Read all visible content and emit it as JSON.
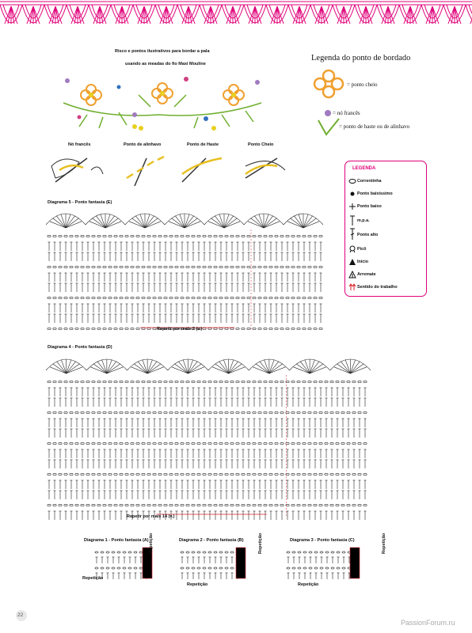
{
  "intro": {
    "line1": "Risco e pontos ilustrativos para bordar a pala",
    "line2": "usando as meadas do fio Maxi Mouline"
  },
  "embroidery_legend": {
    "title": "Legenda do ponto de bordado",
    "ponto_cheio": "= ponto cheio",
    "no_frances": "= nó francês",
    "ponto_haste": "= ponto de haste ou de alinhavo"
  },
  "stitches": [
    {
      "label": "Nó francês"
    },
    {
      "label": "Ponto de alinhavo"
    },
    {
      "label": "Ponto de Haste"
    },
    {
      "label": "Ponto Cheio"
    }
  ],
  "legenda": {
    "title": "LEGENDA",
    "items": [
      {
        "label": "Correntinha",
        "icon": "oval-chain-icon"
      },
      {
        "label": "Ponto baixíssimo",
        "icon": "dot-slip-stitch-icon"
      },
      {
        "label": "Ponto baixo",
        "icon": "plus-single-crochet-icon"
      },
      {
        "label": "m.p.a.",
        "icon": "half-double-crochet-icon"
      },
      {
        "label": "Ponto alto",
        "icon": "double-crochet-icon"
      },
      {
        "label": "Picô",
        "icon": "picot-icon"
      },
      {
        "label": "Início",
        "icon": "start-triangle-icon"
      },
      {
        "label": "Arremate",
        "icon": "finish-triangle-icon"
      },
      {
        "label": "Sentido do trabalho",
        "icon": "direction-arrows-icon"
      }
    ]
  },
  "diagrams": {
    "d5": {
      "title": "Diagrama 5 - Ponto fantasia (E)",
      "repeat": "Repetir por mais 2 (v.)"
    },
    "d4": {
      "title": "Diagrama 4 - Ponto fantasia (D)",
      "repeat": "Repetir por mais 14 (v.)"
    },
    "d1": {
      "title": "Diagrama 1 - Ponto fantasia (A)"
    },
    "d2": {
      "title": "Diagrama 2 - Ponto fantasia (B)"
    },
    "d3": {
      "title": "Diagrama 3 - Ponto fantasia (C)"
    },
    "repeticao": "Repetição"
  },
  "page_number": "22",
  "watermark": "PassionForum.ru",
  "colors": {
    "accent": "#e0007a",
    "red": "#d8202a",
    "leaf": "#6fae2e",
    "flower": "#f0a030"
  }
}
